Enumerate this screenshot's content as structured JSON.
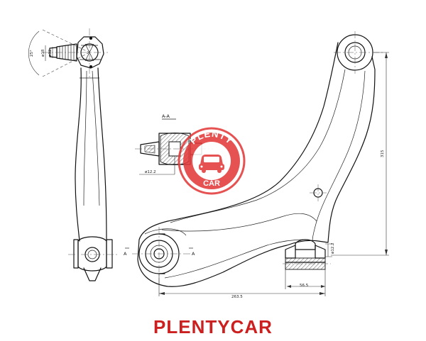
{
  "brand": {
    "text": "PLENTYCAR",
    "color": "#cc1f1f"
  },
  "watermark": {
    "top_text": "PLENTY",
    "bottom_text": "CAR",
    "color": "#e33a3a"
  },
  "section": {
    "title": "A-A",
    "bore_label": "ø12.2"
  },
  "side_view": {
    "angle_label": "25°",
    "dia_outer_label": "ø18",
    "dia_inner_label": "ø12"
  },
  "dimensions": {
    "height": "315",
    "length": "263.5",
    "bushing_width": "56.5",
    "bushing_bore": "ø12.2",
    "section_marker_left": "A",
    "section_marker_right": "A"
  },
  "colors": {
    "line": "#111111",
    "hatch": "#333333"
  }
}
